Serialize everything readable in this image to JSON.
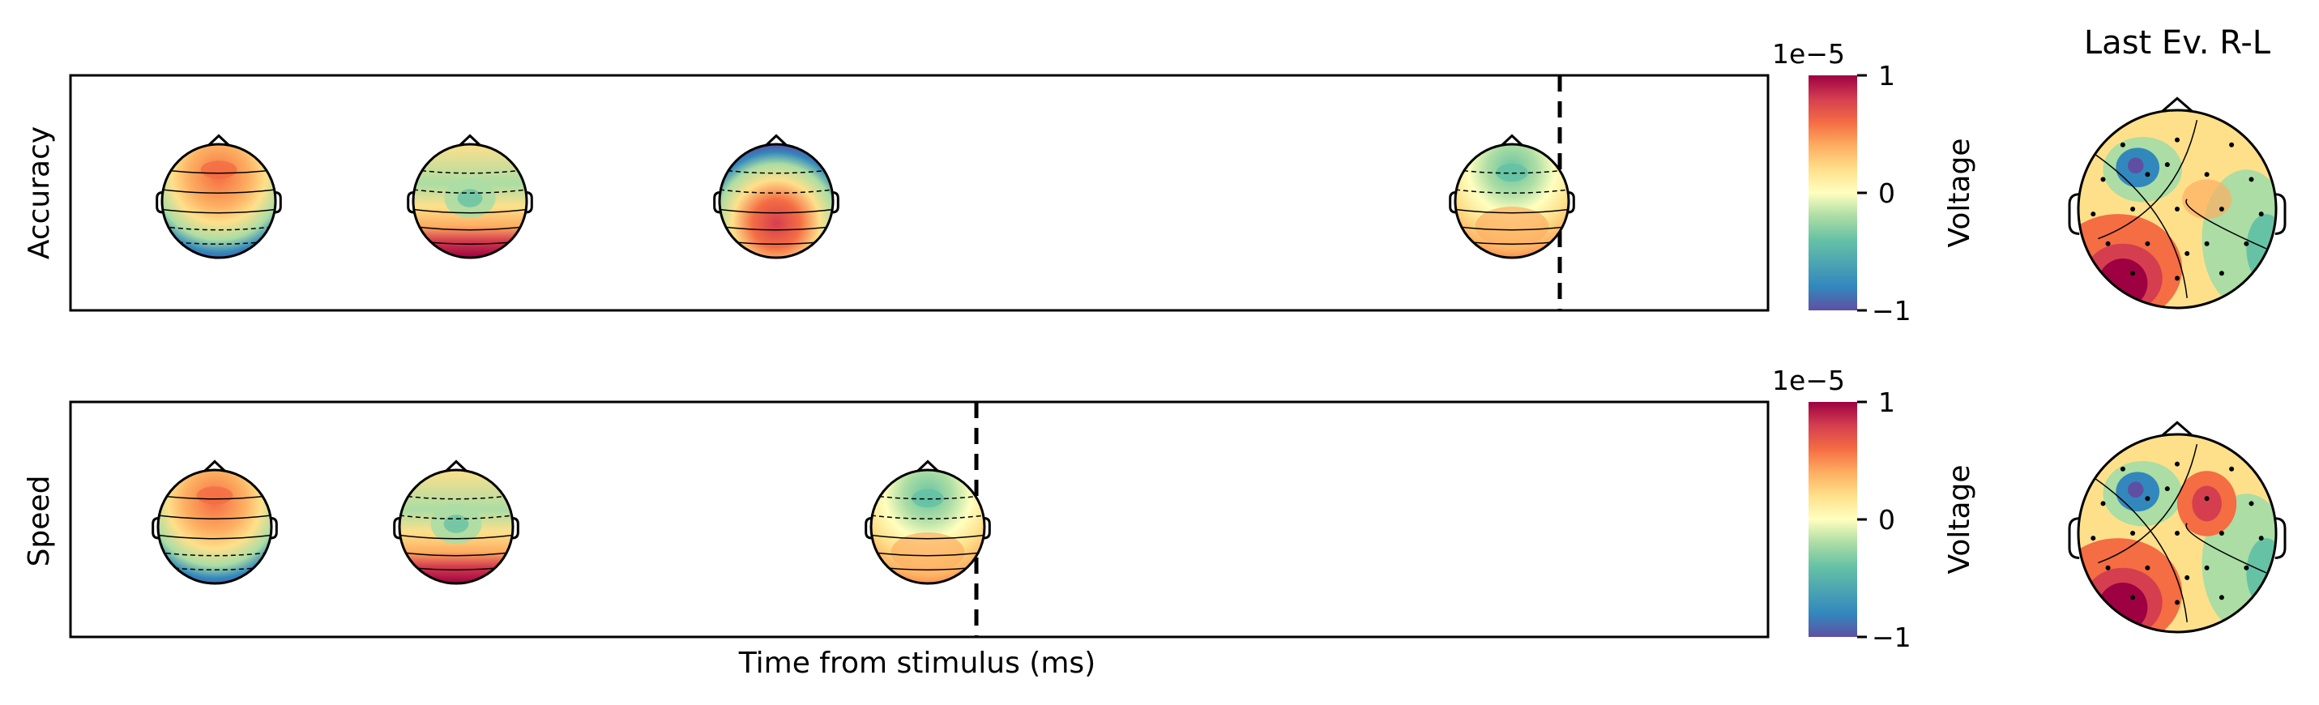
{
  "chart_data": {
    "type": "other",
    "xlabel": "Time from stimulus (ms)",
    "right_title": "Last Ev. R-L",
    "colorbar": {
      "label": "Voltage",
      "exponent": "1e−5",
      "ticks": [
        "1",
        "0",
        "−1"
      ],
      "colormap": "Spectral_r",
      "range": [
        -1,
        1
      ]
    },
    "rows": [
      {
        "ylabel": "Accuracy",
        "event_marker_dashed": true,
        "topomaps": [
          {
            "front": "pos",
            "back": "neg",
            "kind": "front-pos"
          },
          {
            "front": "neutral",
            "back": "pos",
            "kind": "back-pos"
          },
          {
            "front": "neg",
            "back": "pos",
            "kind": "center-pos"
          },
          {
            "front": "neg",
            "back": "pos-weak",
            "kind": "late"
          }
        ]
      },
      {
        "ylabel": "Speed",
        "event_marker_dashed": true,
        "topomaps": [
          {
            "front": "pos",
            "back": "neg",
            "kind": "front-pos"
          },
          {
            "front": "neutral",
            "back": "pos",
            "kind": "back-pos"
          },
          {
            "front": "neg",
            "back": "pos",
            "kind": "late"
          }
        ]
      }
    ],
    "difference_maps": [
      {
        "row": "Accuracy",
        "pattern": "left-front-neg, left-back-pos"
      },
      {
        "row": "Speed",
        "pattern": "left-front-neg, right-front-pos, left-back-pos"
      }
    ]
  },
  "colors": {
    "red": "#9e0142",
    "orange": "#f46d43",
    "yellow": "#fee08b",
    "green": "#abdda4",
    "blue": "#3288bd",
    "purple": "#5e4fa2"
  }
}
